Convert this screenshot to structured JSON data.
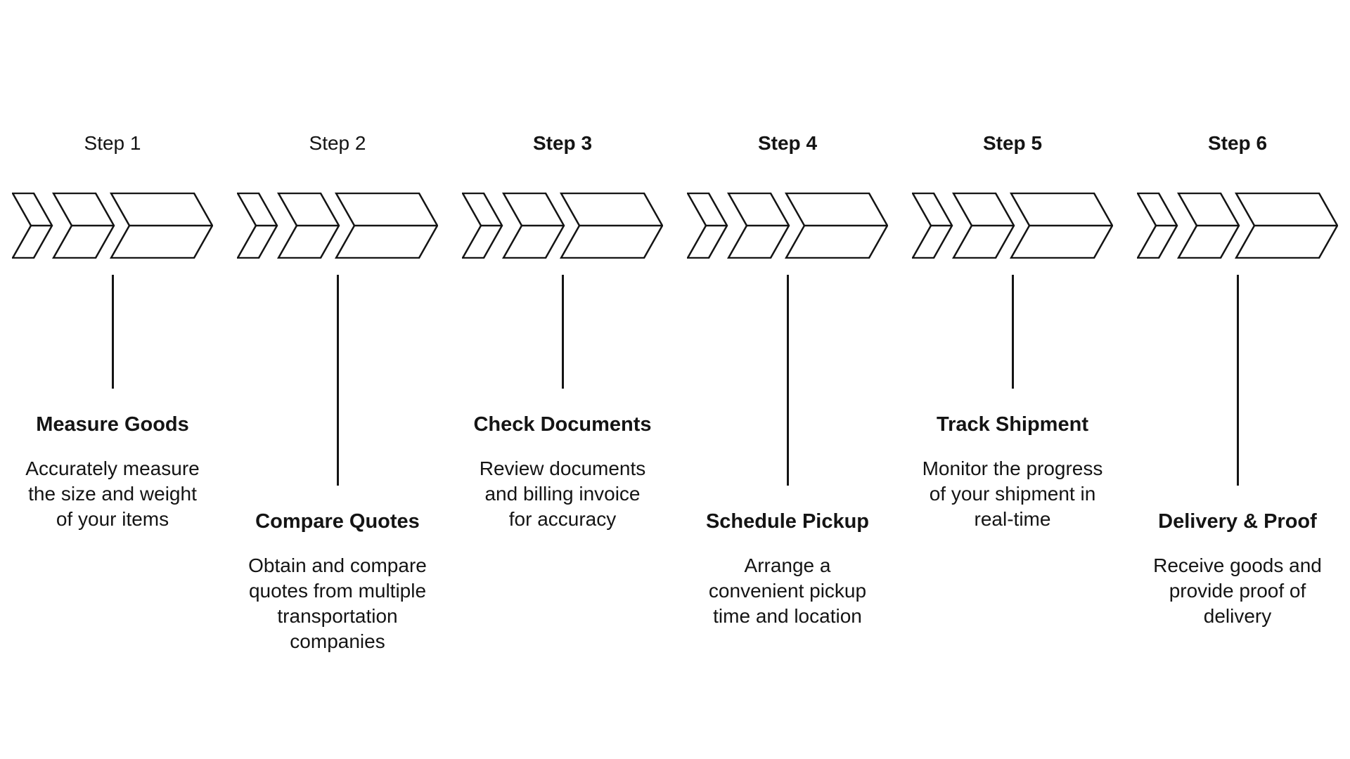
{
  "colors": {
    "background": "#ffffff",
    "ink": "#141414"
  },
  "steps": [
    {
      "label": "Step 1",
      "label_weight": "regular",
      "title": "Measure Goods",
      "description": "Accurately measure\nthe size and weight\nof your items",
      "connector": "short"
    },
    {
      "label": "Step 2",
      "label_weight": "regular",
      "title": "Compare Quotes",
      "description": "Obtain and compare\nquotes from multiple\ntransportation\ncompanies",
      "connector": "long"
    },
    {
      "label": "Step 3",
      "label_weight": "bold",
      "title": "Check Documents",
      "description": "Review documents\nand billing invoice\nfor accuracy",
      "connector": "short"
    },
    {
      "label": "Step 4",
      "label_weight": "bold",
      "title": "Schedule Pickup",
      "description": "Arrange a\nconvenient pickup\ntime and location",
      "connector": "long"
    },
    {
      "label": "Step 5",
      "label_weight": "bold",
      "title": "Track Shipment",
      "description": "Monitor the progress\nof your shipment in\nreal-time",
      "connector": "short"
    },
    {
      "label": "Step 6",
      "label_weight": "bold",
      "title": "Delivery & Proof",
      "description": "Receive goods and\nprovide proof of\ndelivery",
      "connector": "long"
    }
  ]
}
